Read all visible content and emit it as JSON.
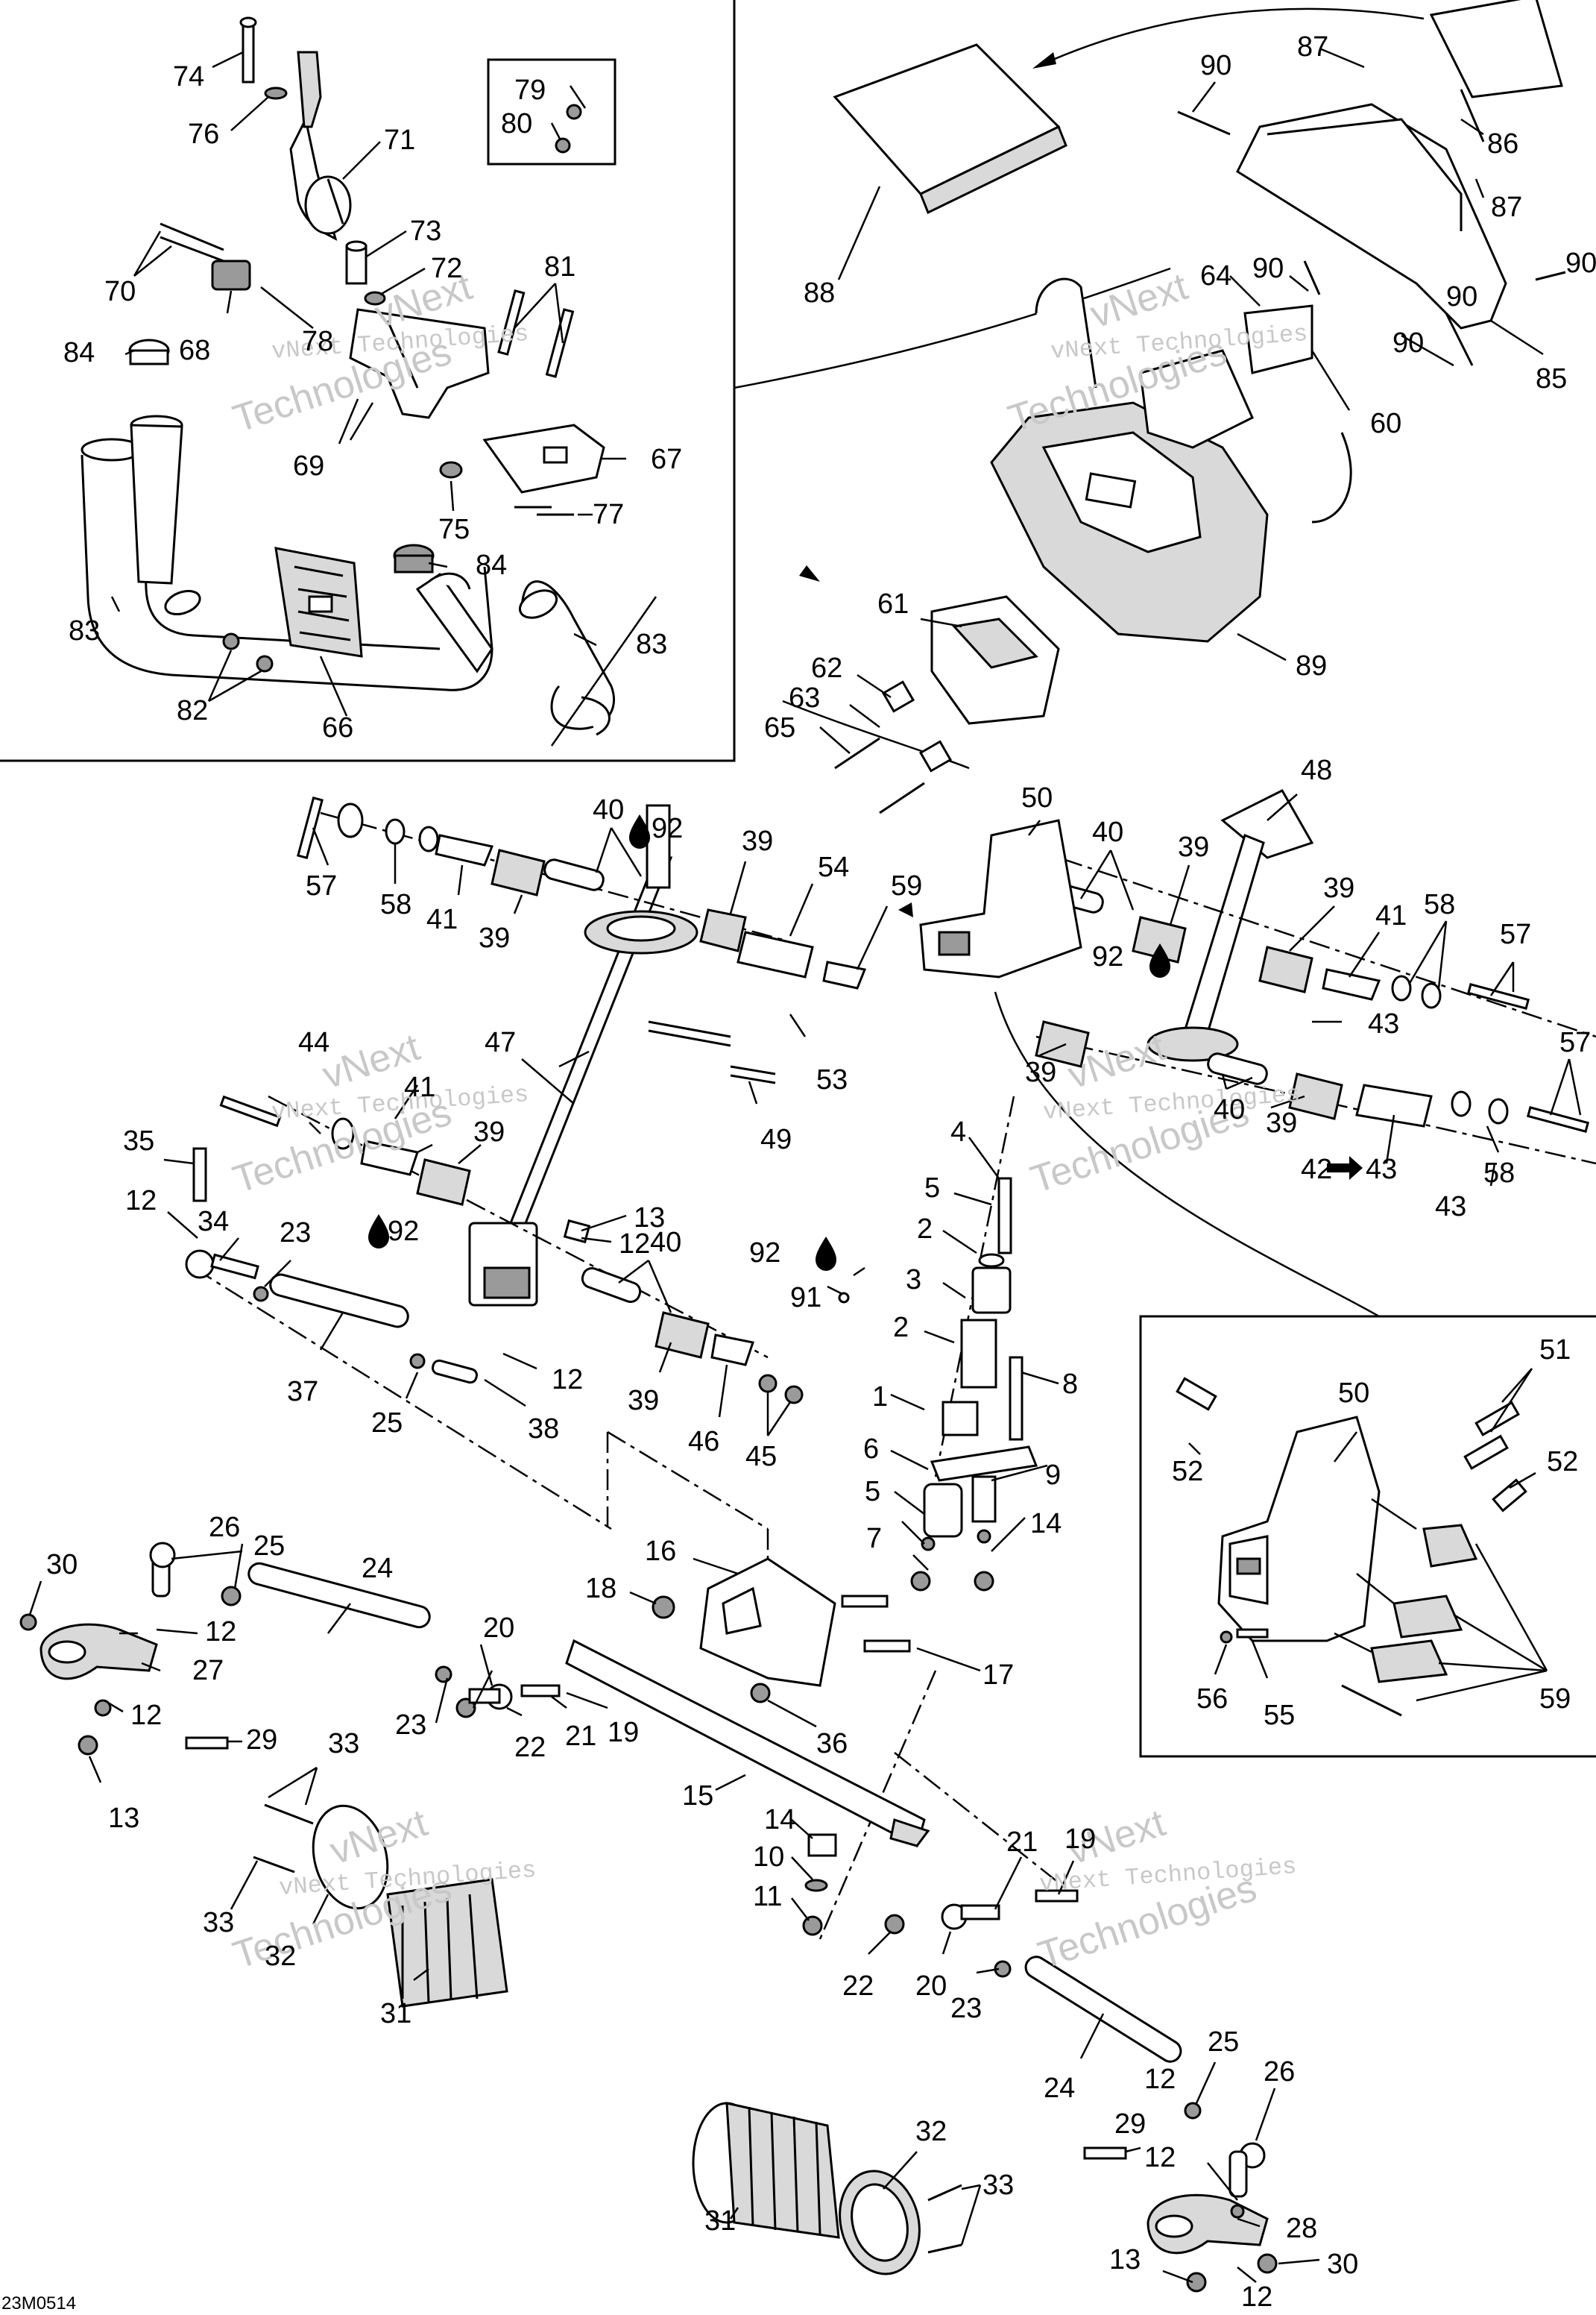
{
  "diagram": {
    "drawing_code": "23M0514",
    "watermark_lines": [
      "vNext Technologies",
      "vNext",
      "Technologies"
    ],
    "callouts": {
      "c1": "1",
      "c2a": "2",
      "c2b": "2",
      "c3": "3",
      "c4": "4",
      "c5a": "5",
      "c5b": "5",
      "c6": "6",
      "c7": "7",
      "c8": "8",
      "c9": "9",
      "c10": "10",
      "c11": "11",
      "c12a": "12",
      "c12b": "12",
      "c12c": "12",
      "c12d": "12",
      "c12e": "12",
      "c12f": "12",
      "c12g": "12",
      "c12h": "12",
      "c13a": "13",
      "c13b": "13",
      "c13c": "13",
      "c14a": "14",
      "c14b": "14",
      "c15": "15",
      "c16": "16",
      "c17": "17",
      "c18": "18",
      "c19a": "19",
      "c19b": "19",
      "c20a": "20",
      "c20b": "20",
      "c21a": "21",
      "c21b": "21",
      "c22a": "22",
      "c22b": "22",
      "c23a": "23",
      "c23b": "23",
      "c23c": "23",
      "c24a": "24",
      "c24b": "24",
      "c25a": "25",
      "c25b": "25",
      "c25c": "25",
      "c26a": "26",
      "c26b": "26",
      "c27": "27",
      "c28": "28",
      "c29a": "29",
      "c29b": "29",
      "c30a": "30",
      "c30b": "30",
      "c31a": "31",
      "c31b": "31",
      "c32a": "32",
      "c32b": "32",
      "c33a": "33",
      "c33b": "33",
      "c33c": "33",
      "c34": "34",
      "c35": "35",
      "c36": "36",
      "c37": "37",
      "c38": "38",
      "c39a": "39",
      "c39b": "39",
      "c39c": "39",
      "c39d": "39",
      "c39e": "39",
      "c39f": "39",
      "c39g": "39",
      "c39h": "39",
      "c40a": "40",
      "c40b": "40",
      "c40c": "40",
      "c40d": "40",
      "c41a": "41",
      "c41b": "41",
      "c41c": "41",
      "c42": "42",
      "c42to43": "43",
      "c43a": "43",
      "c43b": "43",
      "c44": "44",
      "c45": "45",
      "c46": "46",
      "c47": "47",
      "c48": "48",
      "c49": "49",
      "c50a": "50",
      "c50b": "50",
      "c51": "51",
      "c52a": "52",
      "c52b": "52",
      "c53": "53",
      "c54": "54",
      "c55": "55",
      "c56": "56",
      "c57a": "57",
      "c57b": "57",
      "c57c": "57",
      "c58a": "58",
      "c58b": "58",
      "c58c": "58",
      "c59a": "59",
      "c59b": "59",
      "c60": "60",
      "c61": "61",
      "c62": "62",
      "c63": "63",
      "c64": "64",
      "c65": "65",
      "c66": "66",
      "c67": "67",
      "c68": "68",
      "c69": "69",
      "c70": "70",
      "c71": "71",
      "c72": "72",
      "c73": "73",
      "c74": "74",
      "c75": "75",
      "c76": "76",
      "c77": "77",
      "c78": "78",
      "c79": "79",
      "c80": "80",
      "c81": "81",
      "c82": "82",
      "c83a": "83",
      "c83b": "83",
      "c84a": "84",
      "c84b": "84",
      "c85": "85",
      "c86": "86",
      "c87a": "87",
      "c87b": "87",
      "c88": "88",
      "c89": "89",
      "c90a": "90",
      "c90b": "90",
      "c90c": "90",
      "c90d": "90",
      "c90e": "90",
      "c91": "91",
      "c92a": "92",
      "c92b": "92",
      "c92c": "92",
      "c92d": "92"
    }
  }
}
